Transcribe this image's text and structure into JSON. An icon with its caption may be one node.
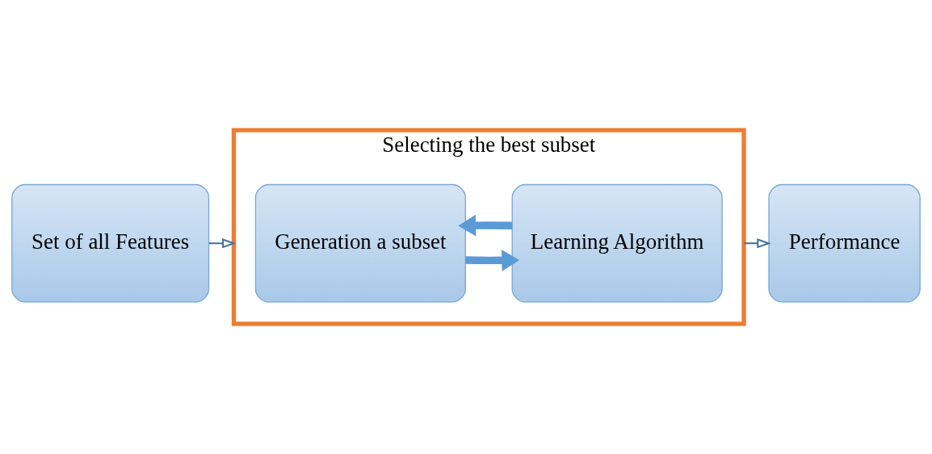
{
  "diagram": {
    "nodes": [
      {
        "text": [
          "Selecting the best subset"
        ]
      },
      {
        "text": [
          "Set of all Features"
        ]
      },
      {
        "text": [
          "Generation a subset"
        ],
        "in": 0
      },
      {
        "text": [
          "Learning Algorithm"
        ],
        "in": 0
      },
      {
        "text": [
          "Performance"
        ]
      }
    ],
    "edges": [
      {
        "from": 1,
        "to": 0,
        "arrow": "to"
      },
      {
        "from": 2,
        "to": 3,
        "arrow": "to",
        "style": "thick",
        "color": "#5b9bd5"
      },
      {
        "from": 3,
        "to": 2,
        "arrow": "to",
        "style": "thick",
        "color": "#5b9bd5"
      },
      {
        "from": 0,
        "to": 4,
        "arrow": "to"
      }
    ]
  }
}
